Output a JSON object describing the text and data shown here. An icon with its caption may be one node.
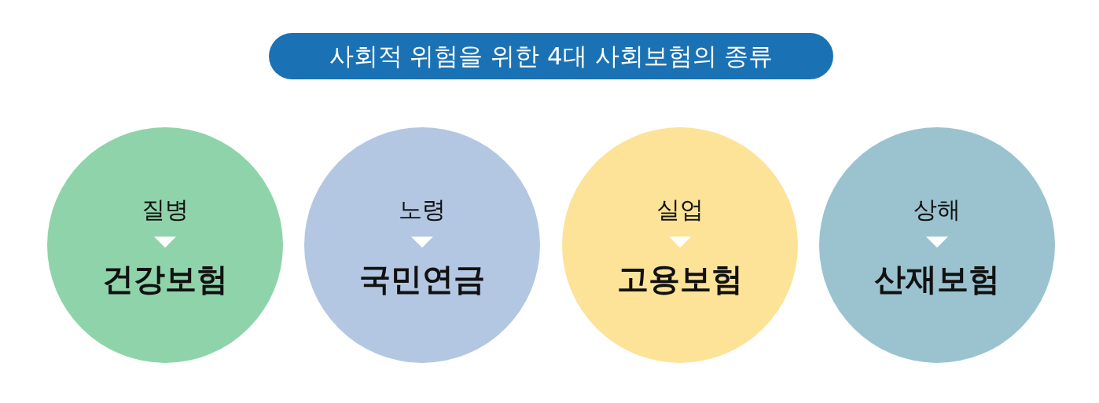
{
  "diagram": {
    "title": "사회적 위험을 위한 4대 사회보험의 종류",
    "nodes": [
      {
        "text": [],
        "shape": "circle"
      },
      {
        "text": [
          "질병"
        ],
        "in": 0
      },
      {
        "text": [
          "건강보험"
        ],
        "in": 0
      },
      {
        "text": [],
        "shape": "circle"
      },
      {
        "text": [
          "노령"
        ],
        "in": 3
      },
      {
        "text": [
          "국민연금"
        ],
        "in": 3
      },
      {
        "text": [],
        "shape": "circle"
      },
      {
        "text": [
          "실업"
        ],
        "in": 6
      },
      {
        "text": [
          "고용보험"
        ],
        "in": 6
      },
      {
        "text": [],
        "shape": "circle"
      },
      {
        "text": [
          "상해"
        ],
        "in": 9
      },
      {
        "text": [
          "산재보험"
        ],
        "in": 9
      }
    ],
    "edges": [
      {
        "from": 1,
        "to": 2,
        "arrow": "to"
      },
      {
        "from": 4,
        "to": 5,
        "arrow": "to"
      },
      {
        "from": 7,
        "to": 8,
        "arrow": "to"
      },
      {
        "from": 10,
        "to": 11,
        "arrow": "to"
      }
    ]
  }
}
